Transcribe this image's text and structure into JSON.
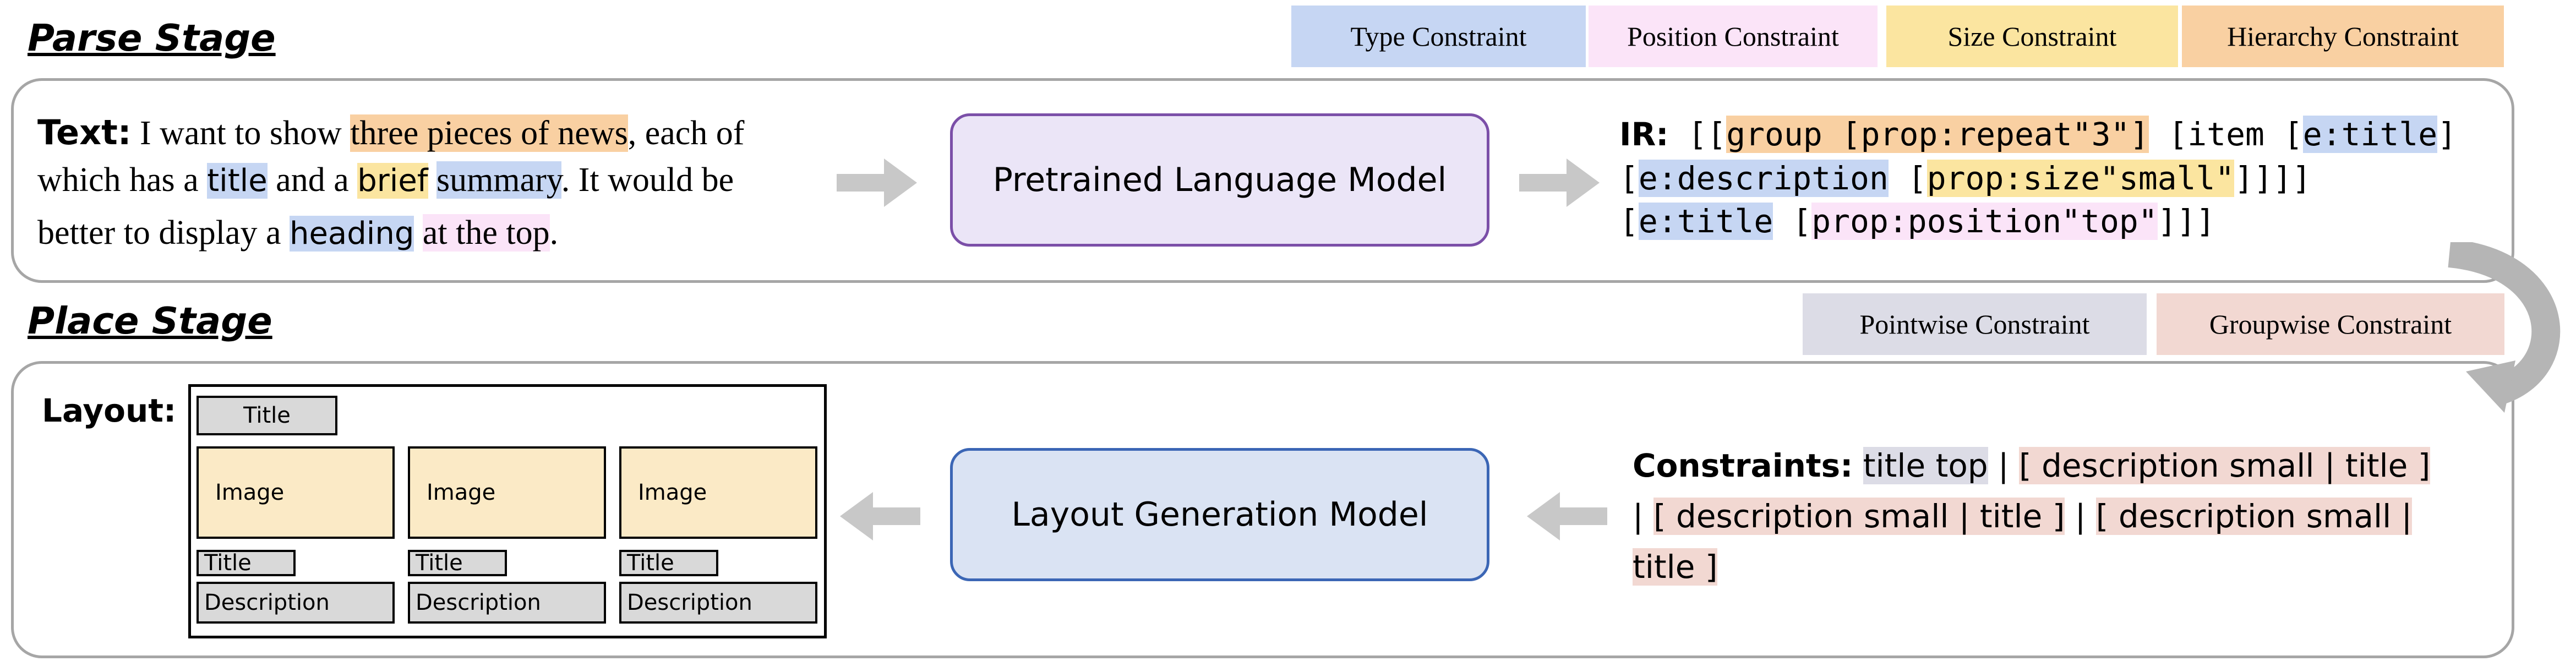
{
  "stages": {
    "parse_title": "Parse Stage",
    "place_title": "Place Stage"
  },
  "legend_top": {
    "type": "Type Constraint",
    "position": "Position Constraint",
    "size": "Size Constraint",
    "hierarchy": "Hierarchy Constraint"
  },
  "legend_place": {
    "pointwise": "Pointwise Constraint",
    "groupwise": "Groupwise Constraint"
  },
  "colors": {
    "type": "#c6d6f3",
    "position": "#fbe4f8",
    "size": "#fbe5a0",
    "hierarchy": "#f9d0a2",
    "pointwise": "#dcdce6",
    "groupwise": "#f2d8d2",
    "plm_box_bg": "#ebe5f7",
    "plm_box_border": "#7b4fa8",
    "lgm_box_bg": "#dae3f3",
    "lgm_box_border": "#3b66b5",
    "arrow": "#c8c8c8"
  },
  "text_input": {
    "label": "Text:",
    "p1": " I want to show ",
    "h_news": "three pieces of news",
    "p2": ", each of",
    "p3": "which has a ",
    "h_title": "title",
    "p4": " and a ",
    "h_brief": "brief",
    "p5": " ",
    "h_summary": "summary",
    "p6": ". It would be",
    "p7": "better to display a ",
    "h_heading": "heading",
    "p8": " ",
    "h_top": "at the top",
    "p9": "."
  },
  "models": {
    "plm": "Pretrained Language Model",
    "lgm": "Layout Generation Model"
  },
  "ir": {
    "label": "IR:",
    "a1": " [[",
    "a2": "group [prop:repeat\"3\"]",
    "a3": " [item [",
    "a4": "e:title",
    "a5": "]",
    "b1": "[",
    "b2": "e:description",
    "b3": " [",
    "b4": "prop:size\"small\"",
    "b5": "]]]]",
    "c1": "[",
    "c2": "e:title",
    "c3": " [",
    "c4": "prop:position\"top\"",
    "c5": "]]]"
  },
  "constraints": {
    "label": "Constraints:",
    "r1a": " ",
    "r1b": "title top",
    "r1c": " | ",
    "r1d": "[ description small | title ]",
    "r2a": "| ",
    "r2b": "[ description small | title ]",
    "r2c": " | ",
    "r2d": "[ description small |",
    "r3a": "title ]"
  },
  "layout": {
    "label": "Layout:",
    "top_title": "Title",
    "columns": [
      {
        "image": "Image",
        "title": "Title",
        "description": "Description"
      },
      {
        "image": "Image",
        "title": "Title",
        "description": "Description"
      },
      {
        "image": "Image",
        "title": "Title",
        "description": "Description"
      }
    ]
  }
}
